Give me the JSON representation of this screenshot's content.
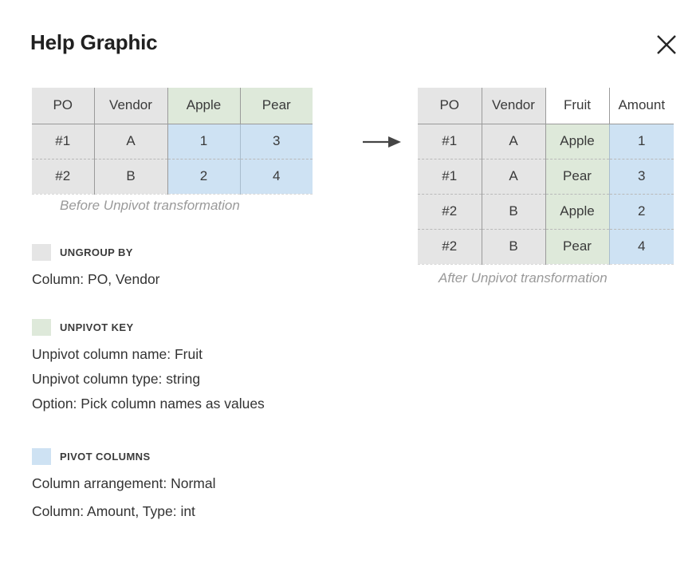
{
  "header": {
    "title": "Help Graphic",
    "close_icon": "close-icon"
  },
  "arrow_icon": "arrow-right-icon",
  "before_table": {
    "caption": "Before Unpivot transformation",
    "headers": [
      "PO",
      "Vendor",
      "Apple",
      "Pear"
    ],
    "rows": [
      [
        "#1",
        "A",
        "1",
        "3"
      ],
      [
        "#2",
        "B",
        "2",
        "4"
      ]
    ]
  },
  "after_table": {
    "caption": "After Unpivot transformation",
    "headers": [
      "PO",
      "Vendor",
      "Fruit",
      "Amount"
    ],
    "rows": [
      [
        "#1",
        "A",
        "Apple",
        "1"
      ],
      [
        "#1",
        "A",
        "Pear",
        "3"
      ],
      [
        "#2",
        "B",
        "Apple",
        "2"
      ],
      [
        "#2",
        "B",
        "Pear",
        "4"
      ]
    ]
  },
  "legend": {
    "ungroup": {
      "label": "UNGROUP BY",
      "color": "#e5e5e5",
      "lines": [
        "Column: PO, Vendor"
      ]
    },
    "unpivot_key": {
      "label": "UNPIVOT KEY",
      "color": "#dee9da",
      "lines": [
        "Unpivot column name: Fruit",
        "Unpivot column type: string",
        "Option: Pick column names as values"
      ]
    },
    "pivot_columns": {
      "label": "PIVOT COLUMNS",
      "color": "#cee2f3",
      "lines": [
        "Column arrangement: Normal",
        "Column: Amount, Type: int"
      ]
    }
  }
}
